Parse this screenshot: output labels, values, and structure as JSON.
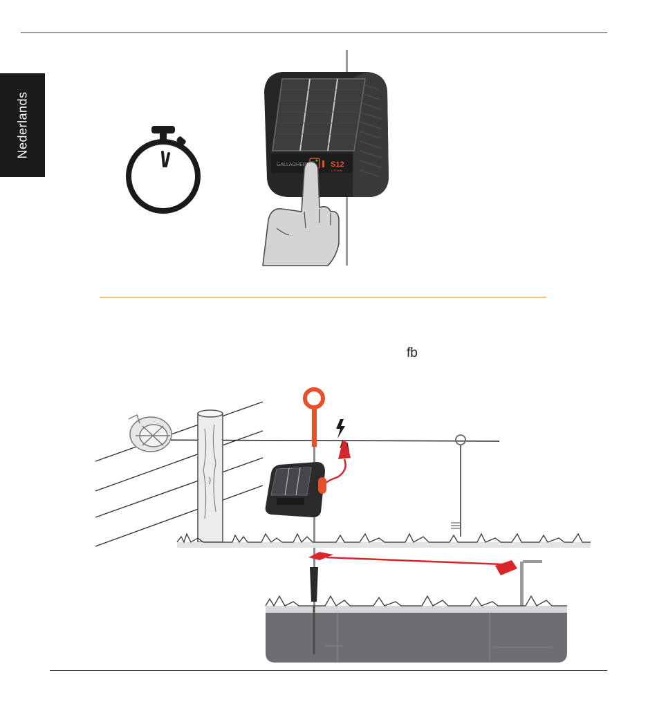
{
  "language_tab": {
    "label": "Nederlands"
  },
  "device": {
    "model": "S12",
    "subtitle": "LITHIUM",
    "brand": "GALLAGHER"
  },
  "snippet": {
    "text": "fb"
  },
  "colors": {
    "accent": "#e8502a",
    "divider": "#f3c58a",
    "clamp_red": "#d8262c",
    "dark": "#1a1a1a"
  },
  "icons": [
    "stopwatch-icon",
    "lightning-bolt-icon"
  ]
}
